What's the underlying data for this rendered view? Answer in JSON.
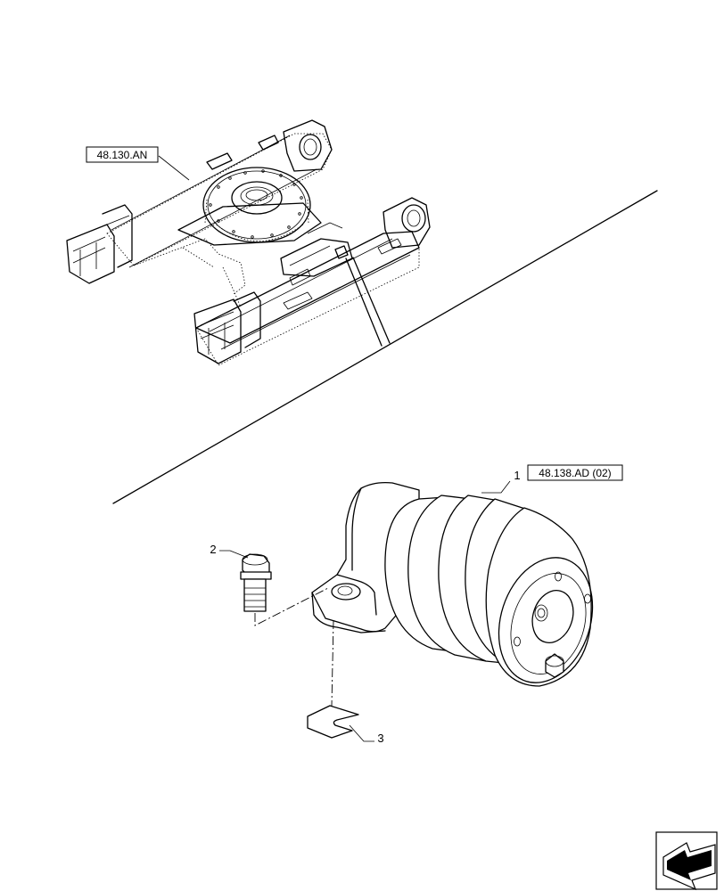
{
  "reference_labels": {
    "frame": "48.130.AN",
    "roller": "48.138.AD (02)"
  },
  "callouts": {
    "item1": "1",
    "item2": "2",
    "item3": "3"
  },
  "icons": {
    "nav": "next-page-arrow-icon"
  },
  "colors": {
    "line": "#000000",
    "background": "#ffffff"
  }
}
